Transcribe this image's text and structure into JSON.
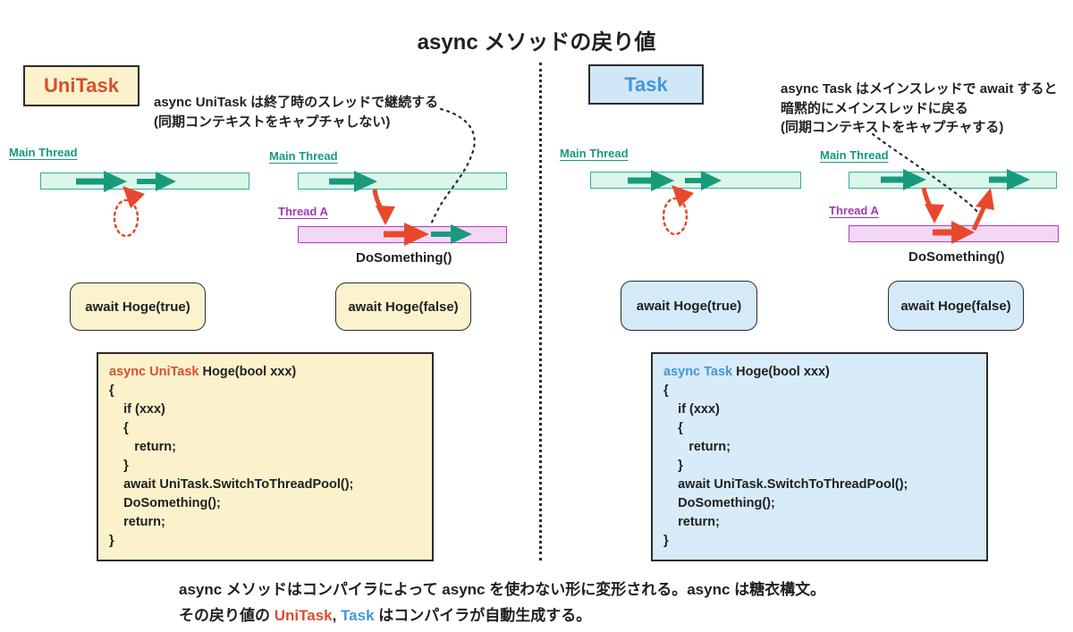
{
  "title": "async メソッドの戻り値",
  "colors": {
    "accent_red": "#d94f2e",
    "accent_blue": "#4596d6",
    "teal": "#16997e",
    "teal_arrow": "#189a7d",
    "purple": "#a138b8",
    "red_arrow": "#e8492c",
    "yellow_bg": "#fbf2cb",
    "blue_bg": "#d7ebf9"
  },
  "left": {
    "badge": "UniTask",
    "annotation1": "async UniTask は終了時のスレッドで継続する",
    "annotation2": "(同期コンテキストをキャプチャしない)",
    "diagram1": {
      "thread_label": "Main Thread"
    },
    "diagram2": {
      "thread_label": "Main Thread",
      "thread_a_label": "Thread A",
      "caption": "DoSomething()"
    },
    "button_true": "await Hoge(true)",
    "button_false": "await Hoge(false)",
    "code": {
      "keyword": "async UniTask",
      "signature": " Hoge(bool xxx)",
      "lines": [
        "{",
        "    if (xxx)",
        "    {",
        "       return;",
        "    }",
        "    await UniTask.SwitchToThreadPool();",
        "    DoSomething();",
        "    return;",
        "}"
      ]
    }
  },
  "right": {
    "badge": "Task",
    "annotation1": "async Task はメインスレッドで await すると",
    "annotation2": "暗黙的にメインスレッドに戻る",
    "annotation3": "(同期コンテキストをキャプチャする)",
    "diagram1": {
      "thread_label": "Main Thread"
    },
    "diagram2": {
      "thread_label": "Main Thread",
      "thread_a_label": "Thread A",
      "caption": "DoSomething()"
    },
    "button_true": "await Hoge(true)",
    "button_false": "await Hoge(false)",
    "code": {
      "keyword": "async Task",
      "signature": " Hoge(bool xxx)",
      "lines": [
        "{",
        "    if (xxx)",
        "    {",
        "       return;",
        "    }",
        "    await UniTask.SwitchToThreadPool();",
        "    DoSomething();",
        "    return;",
        "}"
      ]
    }
  },
  "footer": {
    "line1": "async メソッドはコンパイラによって async を使わない形に変形される。async は糖衣構文。",
    "line2_pre": "その戻り値の ",
    "line2_unitask": "UniTask",
    "line2_sep": ", ",
    "line2_task": "Task",
    "line2_post": " はコンパイラが自動生成する。"
  }
}
